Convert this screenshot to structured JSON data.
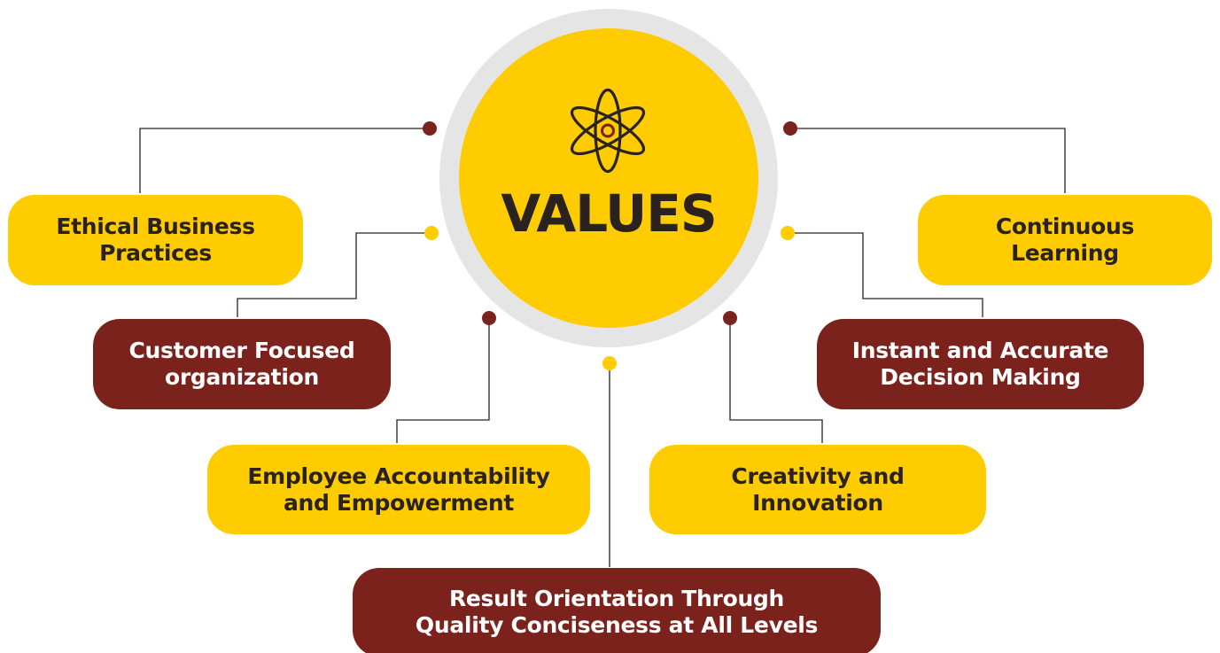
{
  "center": {
    "title": "VALUES",
    "icon": "atom-icon"
  },
  "colors": {
    "yellow": "#fecc00",
    "maroon": "#7b221d",
    "ring": "#e5e5e5",
    "text_dark": "#2a221e",
    "text_light": "#ffffff",
    "connector": "#2a221e"
  },
  "values": [
    {
      "id": "ethical-business-practices",
      "label": "Ethical Business\nPractices",
      "color": "yellow"
    },
    {
      "id": "customer-focused-organization",
      "label": "Customer Focused\norganization",
      "color": "maroon"
    },
    {
      "id": "employee-accountability",
      "label": "Employee Accountability\nand Empowerment",
      "color": "yellow"
    },
    {
      "id": "result-orientation",
      "label": "Result Orientation Through\nQuality Conciseness at All Levels",
      "color": "maroon"
    },
    {
      "id": "creativity-innovation",
      "label": "Creativity and\nInnovation",
      "color": "yellow"
    },
    {
      "id": "instant-accurate-decision",
      "label": "Instant and Accurate\nDecision Making",
      "color": "maroon"
    },
    {
      "id": "continuous-learning",
      "label": "Continuous\nLearning",
      "color": "yellow"
    }
  ]
}
